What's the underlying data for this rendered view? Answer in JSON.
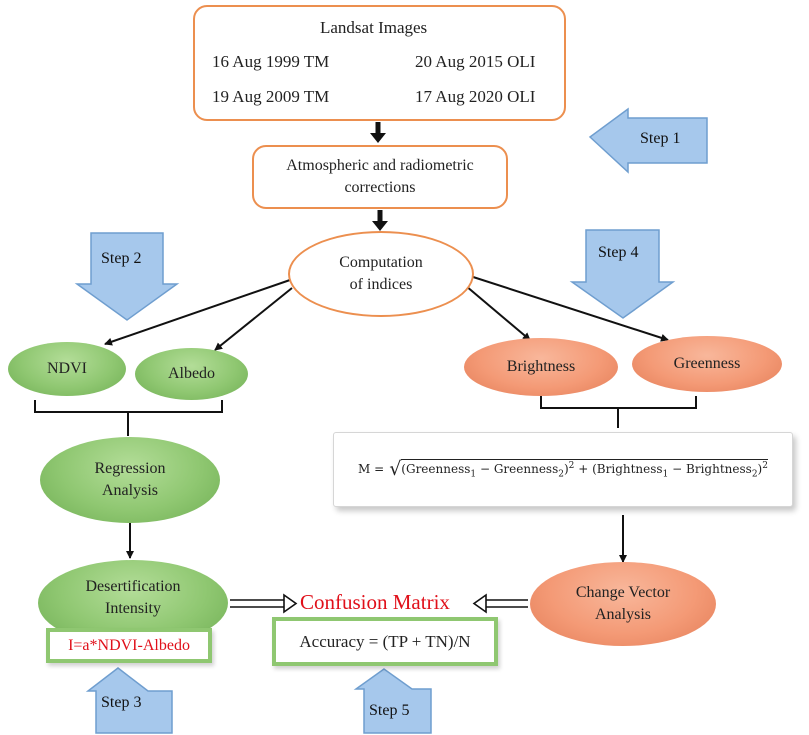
{
  "landsat": {
    "title": "Landsat Images",
    "items": [
      "16 Aug 1999 TM",
      "20 Aug 2015 OLI",
      "19 Aug 2009 TM",
      "17 Aug 2020 OLI"
    ]
  },
  "corrections": {
    "line1": "Atmospheric and radiometric",
    "line2": "corrections"
  },
  "indices": {
    "line1": "Computation",
    "line2": "of indices"
  },
  "ndvi": "NDVI",
  "albedo": "Albedo",
  "brightness": "Brightness",
  "greenness": "Greenness",
  "regression": {
    "line1": "Regression",
    "line2": "Analysis"
  },
  "desertification": {
    "line1": "Desertification",
    "line2": "Intensity"
  },
  "intensity_formula": "I=a*NDVI-Albedo",
  "confusion_matrix": "Confusion Matrix",
  "accuracy_formula": "Accuracy = (TP + TN)/N",
  "cva": {
    "line1": "Change Vector",
    "line2": "Analysis"
  },
  "magnitude_formula": {
    "prefix": "M =",
    "g": "Greenness",
    "b": "Brightness",
    "s1": "1",
    "s2": "2",
    "exp": "2",
    "minus": "−",
    "plus": "+"
  },
  "steps": [
    "Step 1",
    "Step 2",
    "Step 3",
    "Step 4",
    "Step 5"
  ],
  "colors": {
    "orange_border": "#ec8f4f",
    "green_node": "#8fc771",
    "salmon_node": "#f49a76",
    "step_blue": "#a6c8ec",
    "red_text": "#e0101a"
  }
}
